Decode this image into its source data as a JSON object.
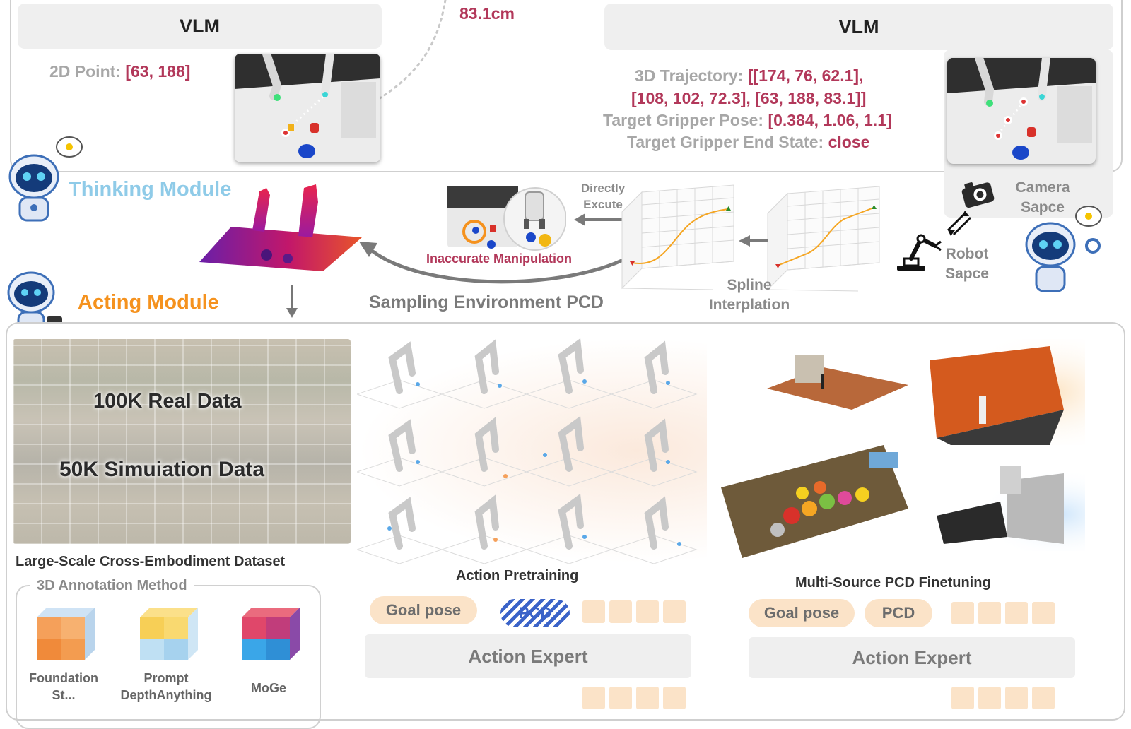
{
  "top": {
    "vlm_left": "VLM",
    "vlm_right": "VLM",
    "distance": "83.1cm",
    "point_label": "2D Point:",
    "point_value": "[63, 188]",
    "traj_label": "3D Trajectory:",
    "traj_value_1": "[[174, 76, 62.1],",
    "traj_value_2": "[108, 102, 72.3], [63, 188, 83.1]]",
    "pose_label": "Target Gripper Pose:",
    "pose_value": "[0.384, 1.06, 1.1]",
    "end_label": "Target Gripper End State:",
    "end_value": "close"
  },
  "middle": {
    "thinking_module": "Thinking Module",
    "acting_module": "Acting Module",
    "directly_execute": "Directly\nExcute",
    "inaccurate": "Inaccurate Manipulation",
    "sampling": "Sampling Environment PCD",
    "spline_1": "Spline",
    "spline_2": "Interplation",
    "camera_space_1": "Camera",
    "camera_space_2": "Sapce",
    "robot_space_1": "Robot",
    "robot_space_2": "Sapce"
  },
  "bottom": {
    "real_data": "100K Real Data",
    "sim_data": "50K Simuiation Data",
    "dataset_caption": "Large-Scale Cross-Embodiment Dataset",
    "annotation_title": "3D Annotation Method",
    "method_1a": "Foundation",
    "method_1b": "St...",
    "method_2a": "Prompt",
    "method_2b": "DepthAnything",
    "method_3": "MoGe",
    "pretrain_caption": "Action Pretraining",
    "finetune_caption": "Multi-Source PCD Finetuning",
    "goal_pose_left": "Goal pose",
    "pcd_left": "PCD",
    "goal_pose_right": "Goal pose",
    "pcd_right": "PCD",
    "expert_left": "Action Expert",
    "expert_right": "Action Expert"
  },
  "colors": {
    "thinking": "#8fcbe8",
    "acting": "#f5921e",
    "value_red": "#b2385a",
    "pill": "#fbe3c8",
    "hatch_blue": "#3b63c8"
  }
}
